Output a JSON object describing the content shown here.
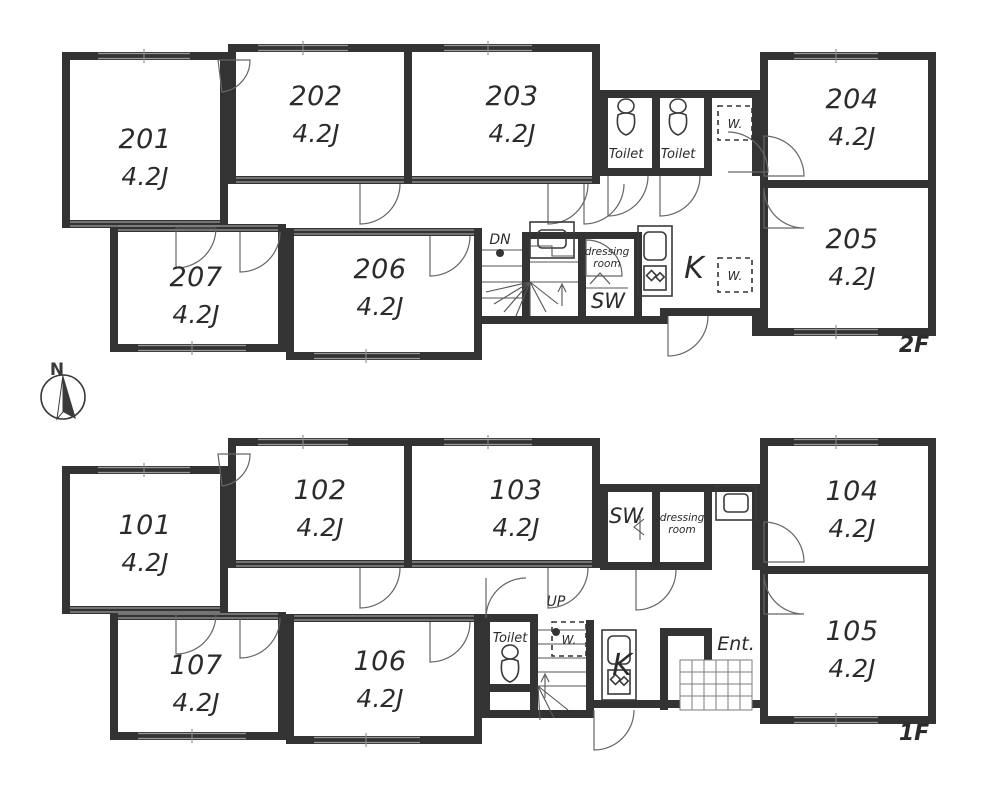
{
  "document": {
    "type": "apartment-building-floor-plan",
    "floors": [
      {
        "id": "2F",
        "label": "2F",
        "rooms": [
          {
            "number": "201",
            "area": "4.2J"
          },
          {
            "number": "202",
            "area": "4.2J"
          },
          {
            "number": "203",
            "area": "4.2J"
          },
          {
            "number": "204",
            "area": "4.2J"
          },
          {
            "number": "205",
            "area": "4.2J"
          },
          {
            "number": "206",
            "area": "4.2J"
          },
          {
            "number": "207",
            "area": "4.2J"
          }
        ],
        "facilities": [
          {
            "label": "Toilet",
            "kind": "toilet"
          },
          {
            "label": "Toilet",
            "kind": "toilet"
          },
          {
            "label": "W.",
            "kind": "washer-closet"
          },
          {
            "label": "W.",
            "kind": "washer-closet"
          },
          {
            "label": "dressing room",
            "kind": "dressing-room"
          },
          {
            "label": "SW",
            "kind": "shower-unit"
          },
          {
            "label": "K",
            "kind": "kitchen"
          },
          {
            "label": "DN",
            "kind": "stairs-down"
          }
        ]
      },
      {
        "id": "1F",
        "label": "1F",
        "rooms": [
          {
            "number": "101",
            "area": "4.2J"
          },
          {
            "number": "102",
            "area": "4.2J"
          },
          {
            "number": "103",
            "area": "4.2J"
          },
          {
            "number": "104",
            "area": "4.2J"
          },
          {
            "number": "105",
            "area": "4.2J"
          },
          {
            "number": "106",
            "area": "4.2J"
          },
          {
            "number": "107",
            "area": "4.2J"
          }
        ],
        "facilities": [
          {
            "label": "Toilet",
            "kind": "toilet"
          },
          {
            "label": "W.",
            "kind": "washer-closet"
          },
          {
            "label": "dressing room",
            "kind": "dressing-room"
          },
          {
            "label": "SW",
            "kind": "shower-unit"
          },
          {
            "label": "K",
            "kind": "kitchen"
          },
          {
            "label": "Ent.",
            "kind": "entrance"
          },
          {
            "label": "UP",
            "kind": "stairs-up"
          }
        ]
      }
    ],
    "compass": {
      "label": "N",
      "name": "north-arrow"
    },
    "room_area_value": "4.2J",
    "colors": {
      "wall": "#333333",
      "text": "#2b2b2b",
      "thin_line": "#555555",
      "window": "#9a9a9a",
      "background": "#ffffff"
    },
    "labels": {
      "toilet": "Toilet",
      "washer_closet": "W.",
      "dressing_room_line1": "dressing",
      "dressing_room_line2": "room",
      "shower_unit": "SW",
      "kitchen": "K",
      "entrance": "Ent.",
      "stairs_down": "DN",
      "stairs_up": "UP",
      "floor2": "2F",
      "floor1": "1F",
      "north": "N"
    }
  }
}
